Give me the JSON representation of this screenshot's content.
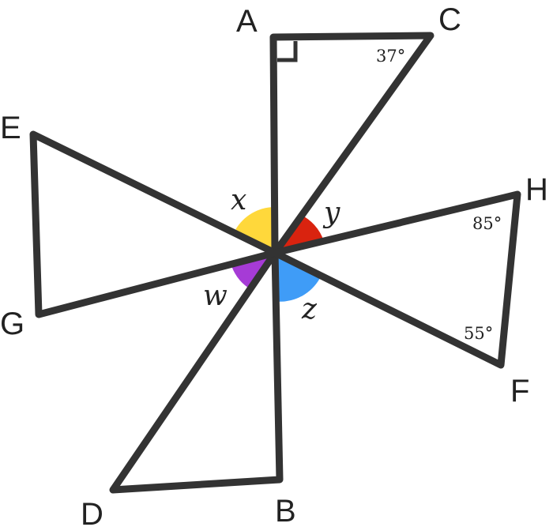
{
  "points": {
    "A": "A",
    "B": "B",
    "C": "C",
    "D": "D",
    "E": "E",
    "F": "F",
    "G": "G",
    "H": "H"
  },
  "angles": {
    "at_C": "37°",
    "at_H": "85°",
    "at_F": "55°"
  },
  "variables": {
    "x": "x",
    "y": "y",
    "z": "z",
    "w": "w"
  },
  "colors": {
    "line": "#333333",
    "x": "#FFD83B",
    "y": "#D9230F",
    "z": "#3F9CF7",
    "w": "#A63BD6"
  }
}
